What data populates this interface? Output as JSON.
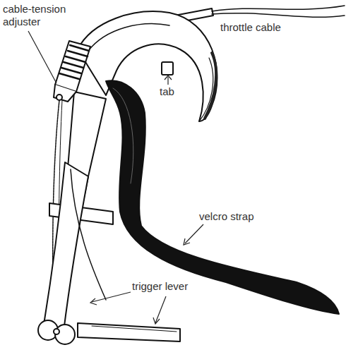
{
  "diagram": {
    "labels": [
      "cable-tension adjuster",
      "throttle cable",
      "tab",
      "velcro strap",
      "trigger lever"
    ]
  }
}
